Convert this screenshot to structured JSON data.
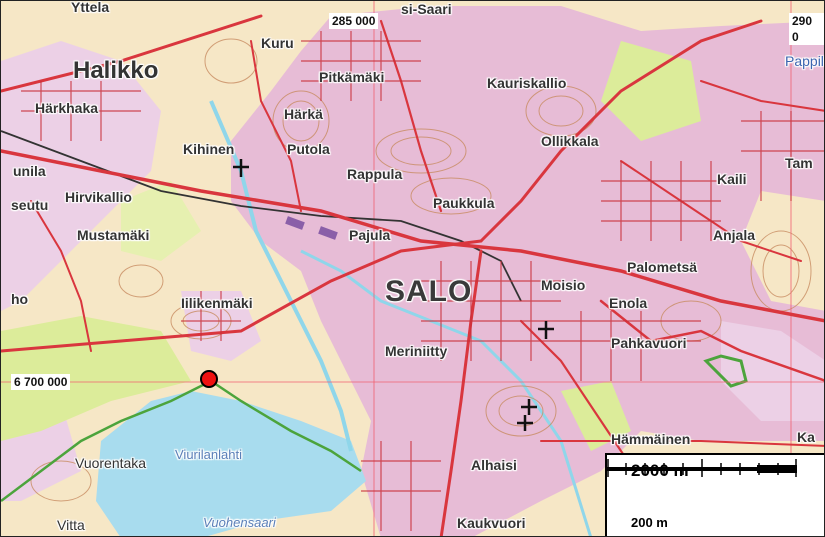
{
  "map": {
    "colors": {
      "land": "#f6e7c6",
      "urban": "#e7bcd6",
      "urban_light": "#ecd0e6",
      "forest": "#dcec9a",
      "water": "#a8dcee",
      "road": "#d9363e",
      "river": "#8fd6ea",
      "boundary": "#4ca43c",
      "contour": "#c88c62",
      "marker": "#ee1111",
      "grid": "#f06070"
    },
    "coordinates": {
      "top_left": "285 000",
      "top_right": "290 0",
      "left": "6 700 000"
    },
    "labels": [
      {
        "key": "yttela",
        "text": "Yttela"
      },
      {
        "key": "si_saari",
        "text": "si-Saari"
      },
      {
        "key": "kuru",
        "text": "Kuru"
      },
      {
        "key": "pappila",
        "text": "Pappila"
      },
      {
        "key": "halikko",
        "text": "Halikko"
      },
      {
        "key": "pitkamaki",
        "text": "Pitkämäki"
      },
      {
        "key": "kauriskallio",
        "text": "Kauriskallio"
      },
      {
        "key": "harkhaka",
        "text": "Härkhaka"
      },
      {
        "key": "harka",
        "text": "Härkä"
      },
      {
        "key": "ollikkala",
        "text": "Ollikkala"
      },
      {
        "key": "kihinen",
        "text": "Kihinen"
      },
      {
        "key": "putola",
        "text": "Putola"
      },
      {
        "key": "tam",
        "text": "Tam"
      },
      {
        "key": "unila",
        "text": "unila"
      },
      {
        "key": "rappula",
        "text": "Rappula"
      },
      {
        "key": "kaili",
        "text": "Kaili"
      },
      {
        "key": "hirvikallio",
        "text": "Hirvikallio"
      },
      {
        "key": "seutu",
        "text": "seutu"
      },
      {
        "key": "paukkula",
        "text": "Paukkula"
      },
      {
        "key": "mustamaki",
        "text": "Mustamäki"
      },
      {
        "key": "pajula",
        "text": "Pajula"
      },
      {
        "key": "anjala",
        "text": "Anjala"
      },
      {
        "key": "palometsa",
        "text": "Palometsä"
      },
      {
        "key": "salo",
        "text": "SALO"
      },
      {
        "key": "moisio",
        "text": "Moisio"
      },
      {
        "key": "iilikenmaki",
        "text": "Iilikenmäki"
      },
      {
        "key": "enola",
        "text": "Enola"
      },
      {
        "key": "ho",
        "text": "ho"
      },
      {
        "key": "pahkavuori",
        "text": "Pahkavuori"
      },
      {
        "key": "meriniitty",
        "text": "Meriniitty"
      },
      {
        "key": "viurilanlahti",
        "text": "Viurilanlahti"
      },
      {
        "key": "hammainen",
        "text": "Hämmäinen"
      },
      {
        "key": "ka",
        "text": "Ka"
      },
      {
        "key": "vuorentaka",
        "text": "Vuorentaka"
      },
      {
        "key": "alhaisi",
        "text": "Alhaisi"
      },
      {
        "key": "vitta",
        "text": "Vitta"
      },
      {
        "key": "vuohensaari",
        "text": "Vuohensaari"
      },
      {
        "key": "kaukvuori",
        "text": "Kaukvuori"
      }
    ],
    "scale": {
      "main": "2000 m",
      "sub": "200 m"
    }
  }
}
